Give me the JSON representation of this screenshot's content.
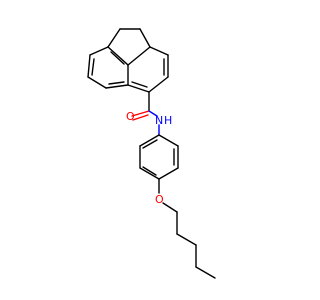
{
  "molecule": {
    "atoms": {
      "oxygen_carbonyl": {
        "label": "O",
        "color": "#ff0000"
      },
      "nitrogen_amide": {
        "label": "N",
        "color": "#0000ff"
      },
      "hydrogen_amide": {
        "label": "H",
        "color": "#0000ff"
      },
      "oxygen_ether": {
        "label": "O",
        "color": "#ff0000"
      }
    }
  }
}
